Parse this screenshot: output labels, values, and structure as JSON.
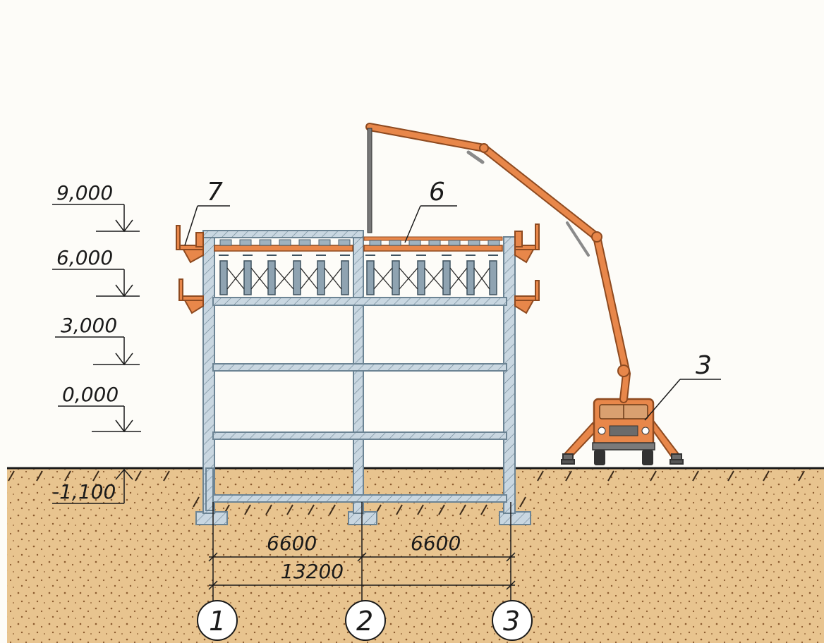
{
  "colors": {
    "background": "#fdfcf8",
    "ground": "#e8c48f",
    "ground_dots": "#8a5a2e",
    "concrete": "#c9d7e1",
    "concrete_edge": "#6c8494",
    "formwork": "#e8874a",
    "formwork_edge": "#8e4a20",
    "brace": "#8fa3b1",
    "line": "#1a1a1a"
  },
  "levels": [
    {
      "label": "9,000",
      "value": 9.0
    },
    {
      "label": "6,000",
      "value": 6.0
    },
    {
      "label": "3,000",
      "value": 3.0
    },
    {
      "label": "0,000",
      "value": 0.0
    },
    {
      "label": "-1,100",
      "value": -1.1
    }
  ],
  "callouts": [
    {
      "number": "7",
      "target": "formwork-bracket"
    },
    {
      "number": "6",
      "target": "slab-formwork"
    },
    {
      "number": "3",
      "target": "concrete-pump-truck"
    }
  ],
  "dimensions": {
    "span_1": "6600",
    "span_2": "6600",
    "total": "13200"
  },
  "axes": [
    {
      "label": "1"
    },
    {
      "label": "2"
    },
    {
      "label": "3"
    }
  ],
  "icons": {
    "level_marker": "downward-arrow-icon",
    "axis_marker": "circle-icon"
  }
}
